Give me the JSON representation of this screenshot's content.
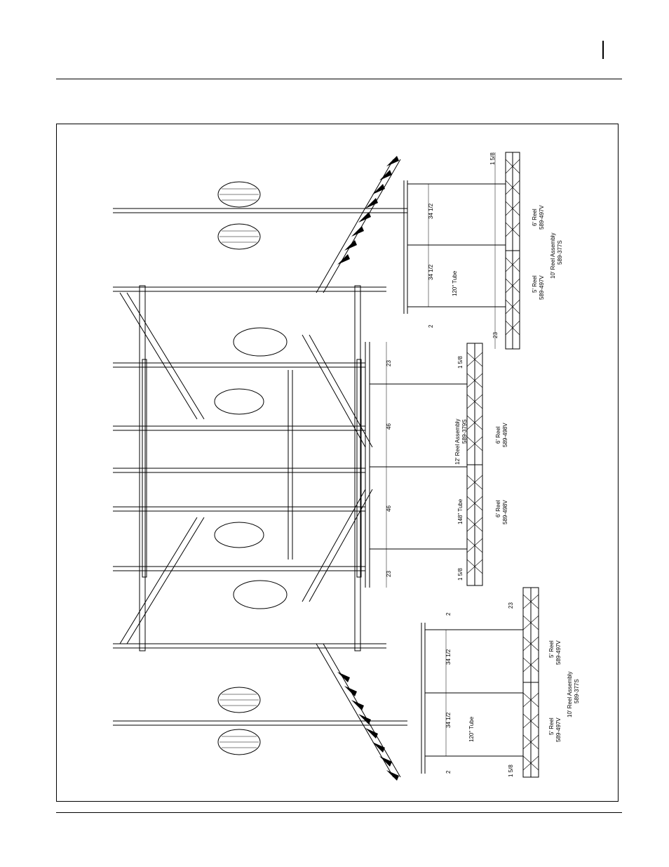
{
  "drawing": {
    "top_right_group": {
      "tube": "120\" Tube",
      "assembly": "10' Reel Assembly",
      "assembly_part": "589-377S",
      "reel_a": "6' Reel",
      "reel_a_part": "589-497V",
      "reel_b": "5' Reel",
      "reel_b_part": "589-497V",
      "dim_top": "1 5/8",
      "dim_34a": "34 1/2",
      "dim_34b": "34 1/2",
      "dim_2": "2",
      "dim_23": "23"
    },
    "center_group": {
      "tube": "148\" Tube",
      "assembly": "12' Reel Assembly",
      "assembly_part": "589-379S",
      "reel_a": "6' Reel",
      "reel_a_part": "589-498V",
      "reel_b": "6' Reel",
      "reel_b_part": "589-498V",
      "dim_23a": "23",
      "dim_46a": "46",
      "dim_46b": "46",
      "dim_23b": "23",
      "dim_19a": "1 5/8",
      "dim_19b": "1 5/8"
    },
    "bottom_group": {
      "tube": "120\" Tube",
      "assembly": "10' Reel Assembly",
      "assembly_part": "589-377S",
      "reel_a": "5' Reel",
      "reel_a_part": "589-497V",
      "reel_b": "5' Reel",
      "reel_b_part": "589-497V",
      "dim_2a": "2",
      "dim_34a": "34 1/2",
      "dim_34b": "34 1/2",
      "dim_2b": "2",
      "dim_23": "23",
      "dim_15": "1 5/8"
    }
  }
}
